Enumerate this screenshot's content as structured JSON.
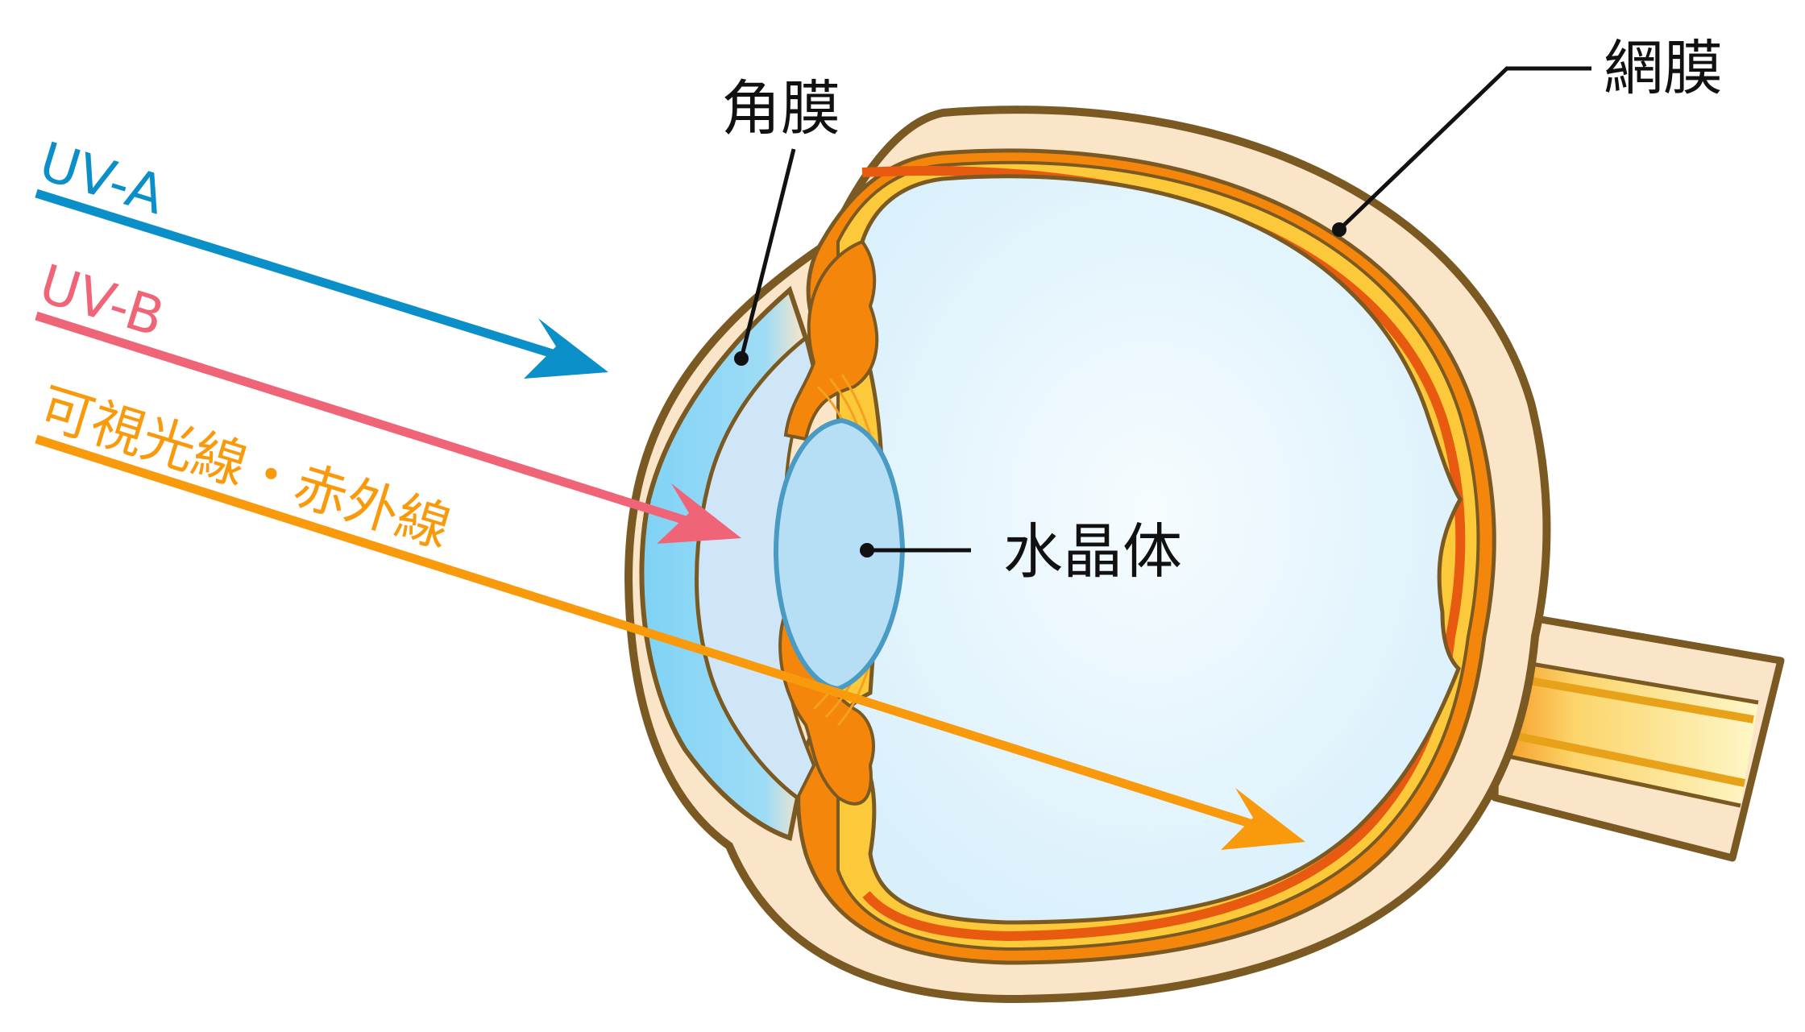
{
  "labels": {
    "cornea": "角膜",
    "retina": "網膜",
    "lens": "水晶体"
  },
  "rays": {
    "uva": {
      "label": "UV-A",
      "color": "#0b8fc9"
    },
    "uvb": {
      "label": "UV-B",
      "color": "#f06478"
    },
    "visible": {
      "label": "可視光線・赤外線",
      "color": "#f89a0c"
    }
  },
  "colors": {
    "outline": "#7a5a22",
    "sclera": "#fbe5c8",
    "choroid": "#f5860c",
    "retina_band": "#fcc93a",
    "retina_line": "#e85a10",
    "vitreous": "#e6f5fc",
    "cornea": "#8dd7f5",
    "aqueous": "#cfe6f9",
    "lens": "#b6def5",
    "lens_outline": "#4a9bc4"
  }
}
